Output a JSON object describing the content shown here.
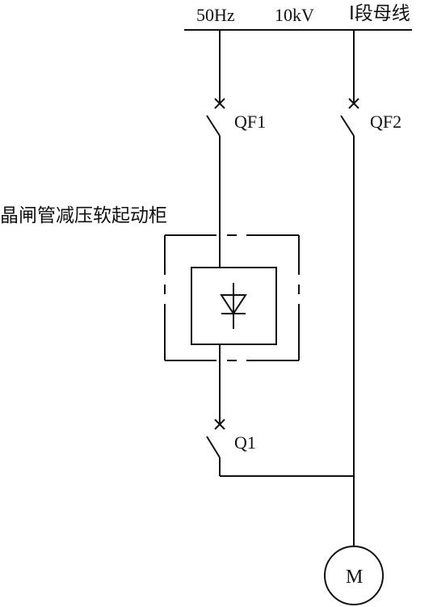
{
  "bus": {
    "frequency": "50Hz",
    "voltage": "10kV",
    "name": "I段母线"
  },
  "breakers": {
    "qf1": "QF1",
    "qf2": "QF2",
    "q1": "Q1"
  },
  "cabinet": {
    "label": "晶闸管减压软起动柜"
  },
  "motor": {
    "label": "M"
  }
}
